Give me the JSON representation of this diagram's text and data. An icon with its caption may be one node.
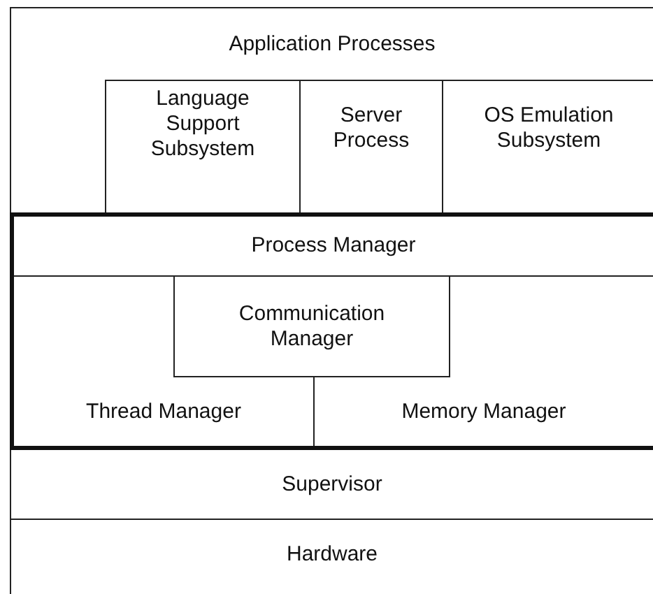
{
  "diagram": {
    "nodes": [
      {
        "text": [
          "Application Processes"
        ]
      },
      {
        "text": [
          "Language Support Subsystem"
        ],
        "in": 0
      },
      {
        "text": [
          "Server Process"
        ],
        "in": 0
      },
      {
        "text": [
          "OS Emulation Subsystem"
        ],
        "in": 0
      },
      {
        "text": [],
        "shape": "box"
      },
      {
        "text": [
          "Process Manager"
        ],
        "in": 4
      },
      {
        "text": [
          "Communication Manager"
        ],
        "in": 4
      },
      {
        "text": [
          "Thread Manager"
        ],
        "in": 4
      },
      {
        "text": [
          "Memory Manager"
        ],
        "in": 4
      },
      {
        "text": [
          "Supervisor"
        ]
      },
      {
        "text": [
          "Hardware"
        ]
      }
    ]
  }
}
